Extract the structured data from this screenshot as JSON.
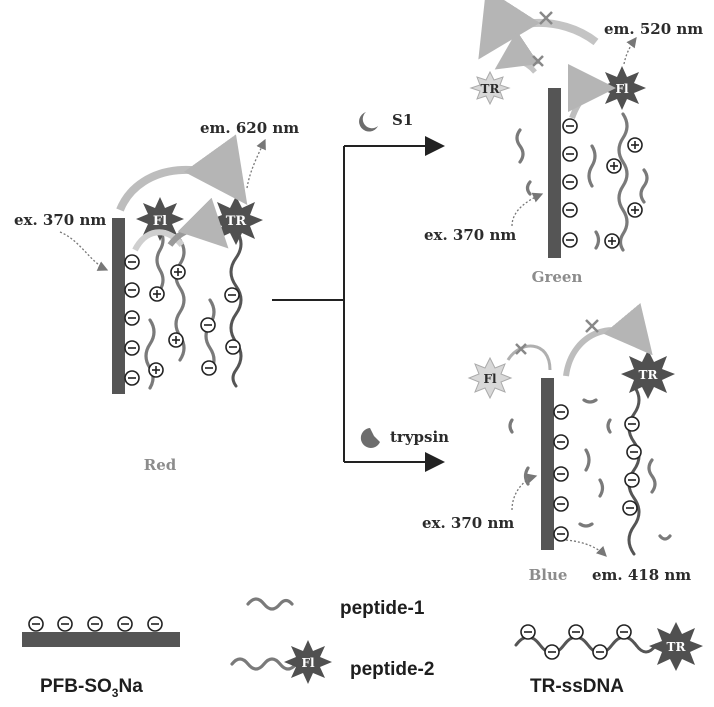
{
  "panels": {
    "initial": {
      "excitation": "ex. 370 nm",
      "emission": "em. 620 nm",
      "color": "Red",
      "fl_label": "Fl",
      "tr_label": "TR"
    },
    "s1": {
      "enzyme": "S1",
      "excitation": "ex. 370 nm",
      "emission": "em. 520 nm",
      "color": "Green",
      "fl_label": "Fl",
      "tr_label": "TR"
    },
    "trypsin": {
      "enzyme": "trypsin",
      "excitation": "ex. 370 nm",
      "emission": "em. 418 nm",
      "color": "Blue",
      "fl_label": "Fl",
      "tr_label": "TR"
    }
  },
  "legend": {
    "polymer_base": "PFB-SO",
    "polymer_sub": "3",
    "polymer_end": "Na",
    "peptide1": "peptide-1",
    "peptide2": "peptide-2",
    "ssdna": "TR-ssDNA",
    "fl_label": "Fl",
    "tr_label": "TR"
  },
  "colors": {
    "rod": "#555555",
    "star": "#505050",
    "strand": "#7a7a7a",
    "arrow": "#bdbdbd"
  }
}
